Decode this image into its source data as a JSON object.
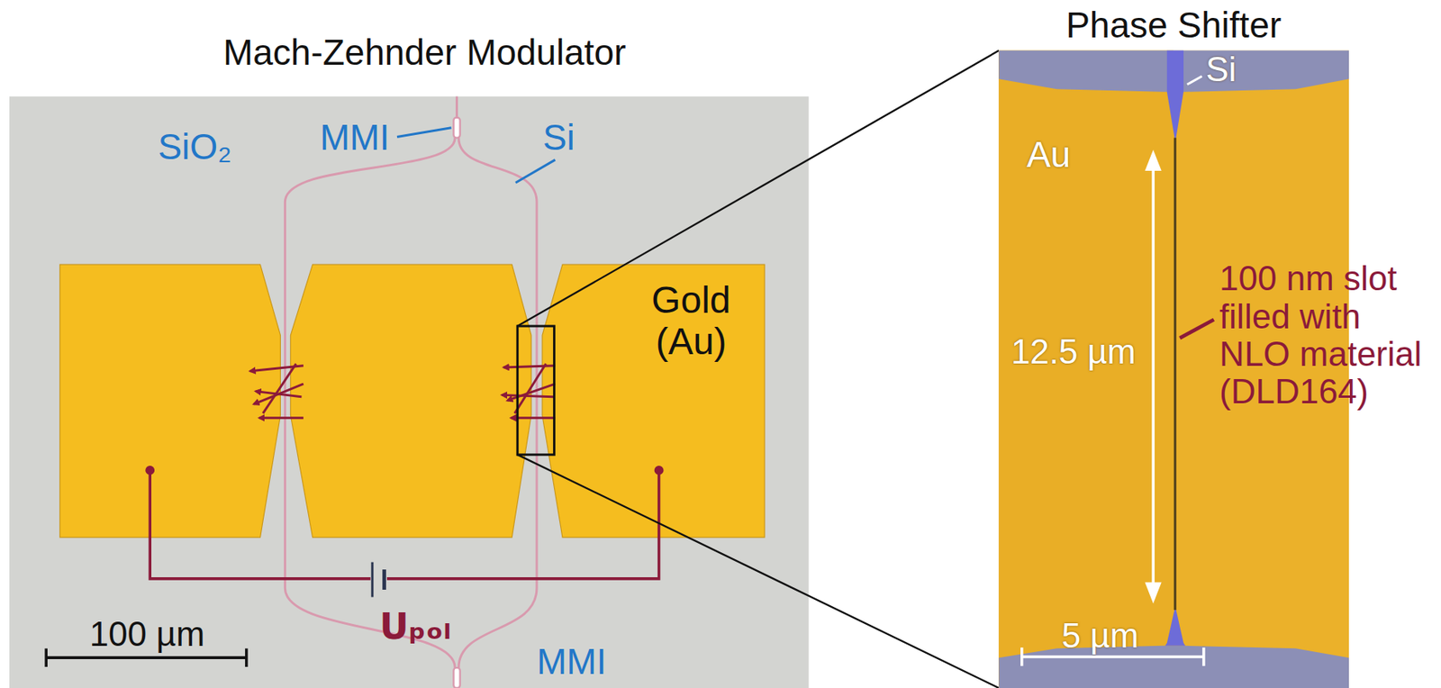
{
  "diagram": {
    "labels": [
      "Mach-Zehnder Modulator",
      "Phase Shifter",
      "SiO₂",
      "MMI",
      "Si",
      "Gold (Au)",
      "100 µm",
      "Uₚₒₗ",
      "MMI",
      "Si",
      "Au",
      "12.5 µm",
      "100 nm slot filled with NLO material (DLD164)",
      "5 µm"
    ]
  }
}
